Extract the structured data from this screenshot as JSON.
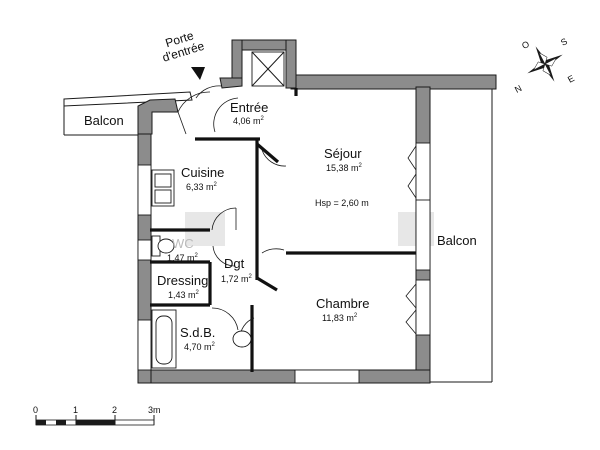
{
  "entrance_label": [
    "Porte",
    "d'entrée"
  ],
  "hsp": "Hsp = 2,60 m",
  "rooms": {
    "entree": {
      "name": "Entrée",
      "area": "4,06 m"
    },
    "sejour": {
      "name": "Séjour",
      "area": "15,38 m"
    },
    "cuisine": {
      "name": "Cuisine",
      "area": "6,33 m"
    },
    "wc": {
      "name": "WC",
      "area": "1,47 m"
    },
    "dgt": {
      "name": "Dgt",
      "area": "1,72 m"
    },
    "dressing": {
      "name": "Dressing",
      "area": "1,43 m"
    },
    "sdb": {
      "name": "S.d.B.",
      "area": "4,70 m"
    },
    "chambre": {
      "name": "Chambre",
      "area": "11,83 m"
    },
    "balcon_w": {
      "name": "Balcon"
    },
    "balcon_e": {
      "name": "Balcon"
    }
  },
  "area_unit_sup": "2",
  "scale": {
    "ticks": [
      "0",
      "1",
      "2",
      "3m"
    ]
  },
  "compass": {
    "letters": [
      "S",
      "E",
      "N",
      "O"
    ]
  },
  "colors": {
    "wall": "#8c8c8c",
    "line": "#1a1a1a",
    "watermark": "#d0d0d0"
  }
}
